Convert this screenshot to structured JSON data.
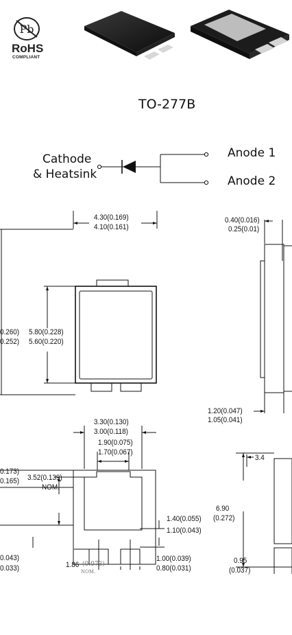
{
  "rohs": {
    "pb_symbol": "Pb",
    "title": "RoHS",
    "subtitle": "COMPLIANT"
  },
  "package": {
    "name": "TO-277B"
  },
  "schematic": {
    "cathode_line1": "Cathode",
    "cathode_line2": "& Heatsink",
    "anode1": "Anode 1",
    "anode2": "Anode 2"
  },
  "dims": {
    "top_width_max": "4.30(0.169)",
    "top_width_min": "4.10(0.161)",
    "left_h_max": "0.260)",
    "left_h_min": "0.252)",
    "inner_h_max": "5.80(0.228)",
    "inner_h_min": "5.60(0.220)",
    "side_t_max": "0.40(0.016)",
    "side_t_min": "0.25(0.01)",
    "side_bot_max": "1.20(0.047)",
    "side_bot_min": "1.05(0.041)",
    "pad_w_max": "3.30(0.130)",
    "pad_w_min": "3.00(0.118)",
    "tab_w_max": "1.90(0.075)",
    "tab_w_min": "1.70(0.067)",
    "left2_max": "0.173)",
    "left2_min": "0.165)",
    "pad_h_nom": "3.52(0.139)",
    "pad_h_nom_label": "NOM.",
    "lead_h_max": "1.40(0.055)",
    "lead_h_min": "1.10(0.043)",
    "lead_l_max": "0.043)",
    "lead_l_min": "0.033)",
    "lead_w_max": "1.00(0.039)",
    "lead_w_min": "0.80(0.031)",
    "pitch_value": "1.86",
    "pitch_inch": "(0.073)",
    "pitch_nom": "NOM.",
    "land_h": "6.90",
    "land_h_inch": "(0.272)",
    "land_w_partial": "3.4",
    "land_small": "0.95",
    "land_small_inch": "(0.037)"
  }
}
